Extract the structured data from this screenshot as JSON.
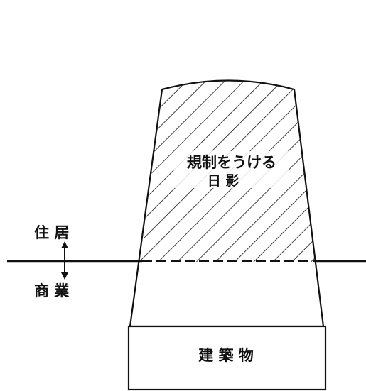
{
  "diagram": {
    "zone_top_label": "住 居",
    "zone_bottom_label": "商 業",
    "shadow_label_line1": "規制をうける",
    "shadow_label_line2": "日 影",
    "building_label": "建 築 物"
  },
  "colors": {
    "ink": "#111111",
    "paper": "#ffffff"
  }
}
